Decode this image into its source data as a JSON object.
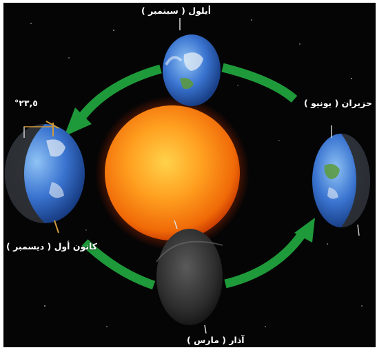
{
  "labels": {
    "september": "أيلول ( سبتمبر )",
    "june": "حزيران ( يونيو )",
    "december": "كانون أول ( ديسمبر )",
    "march": "آذار ( مارس )",
    "tilt_angle": "٢٣,٥°"
  },
  "colors": {
    "background": "#050505",
    "sun": "#ff8a10",
    "orbit_arrow": "#1f9a3a",
    "ocean": "#2a63c8",
    "night_side": "#2b2b2b"
  }
}
